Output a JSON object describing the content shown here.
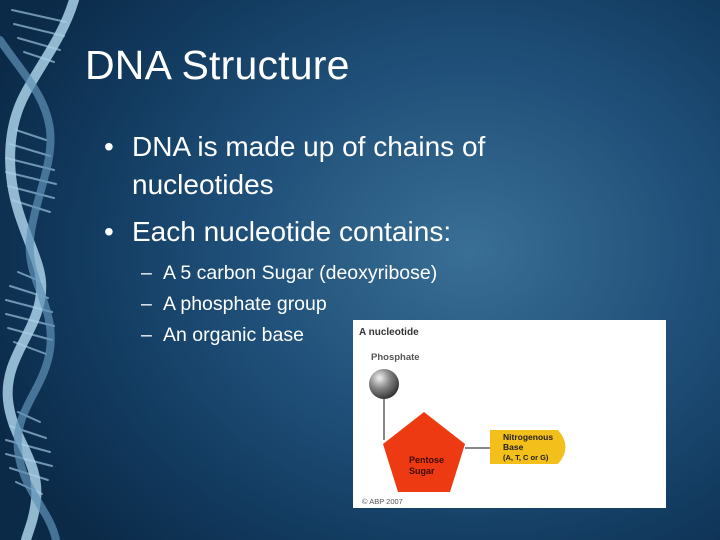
{
  "slide": {
    "title": "DNA Structure",
    "bullets": [
      {
        "marker": "•",
        "text": "DNA is made up of chains of nucleotides"
      },
      {
        "marker": "•",
        "text": "Each nucleotide contains:"
      }
    ],
    "sub_items": [
      {
        "marker": "–",
        "text": "A 5 carbon Sugar (deoxyribose)"
      },
      {
        "marker": "–",
        "text": "A phosphate group"
      },
      {
        "marker": "–",
        "text": "An organic base"
      }
    ]
  },
  "figure": {
    "heading": "A nucleotide",
    "phosphate_label": "Phosphate",
    "sugar_label_line1": "Pentose",
    "sugar_label_line2": "Sugar",
    "base_label_line1": "Nitrogenous",
    "base_label_line2": "Base",
    "base_label_line3": "(A, T, C or G)",
    "copyright": "© ABP 2007"
  },
  "colors": {
    "background": "#1f4f78",
    "sugar": "#ee3a12",
    "base": "#f3bf1a",
    "phosphate": "#777777"
  }
}
